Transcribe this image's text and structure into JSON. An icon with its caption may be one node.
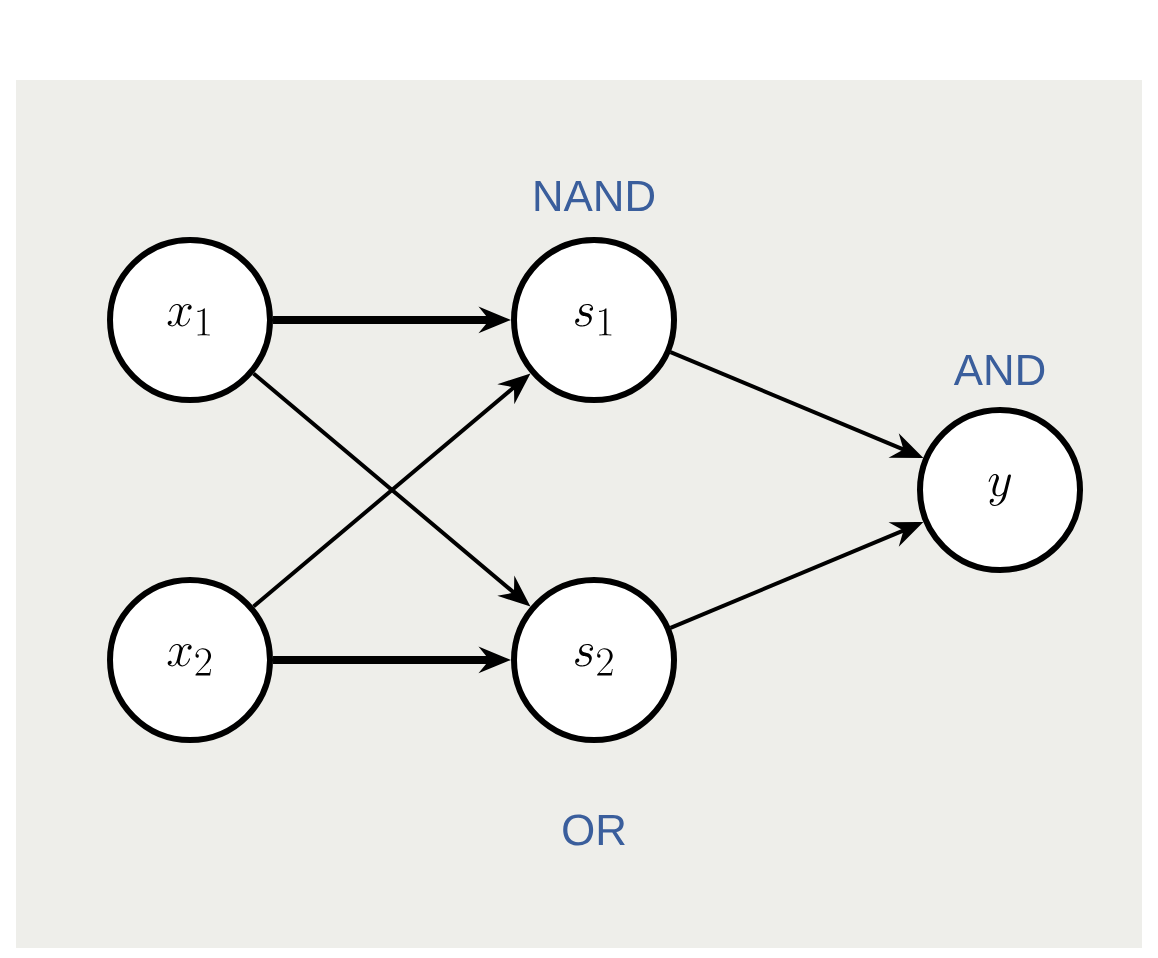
{
  "diagram": {
    "nodes": [
      {
        "text": [
          "x_1"
        ]
      },
      {
        "text": [
          "x_2"
        ]
      },
      {
        "text": [
          "s_1"
        ],
        "beside": [
          "NAND"
        ]
      },
      {
        "text": [
          "s_2"
        ],
        "beside": [
          "OR"
        ]
      },
      {
        "text": [
          "y"
        ],
        "beside": [
          "AND"
        ]
      }
    ],
    "edges": [
      {
        "from": 0,
        "to": 2,
        "arrow": "to",
        "style": "thick"
      },
      {
        "from": 0,
        "to": 3,
        "arrow": "to"
      },
      {
        "from": 1,
        "to": 2,
        "arrow": "to"
      },
      {
        "from": 1,
        "to": 3,
        "arrow": "to",
        "style": "thick"
      },
      {
        "from": 2,
        "to": 4,
        "arrow": "to"
      },
      {
        "from": 3,
        "to": 4,
        "arrow": "to"
      }
    ]
  }
}
